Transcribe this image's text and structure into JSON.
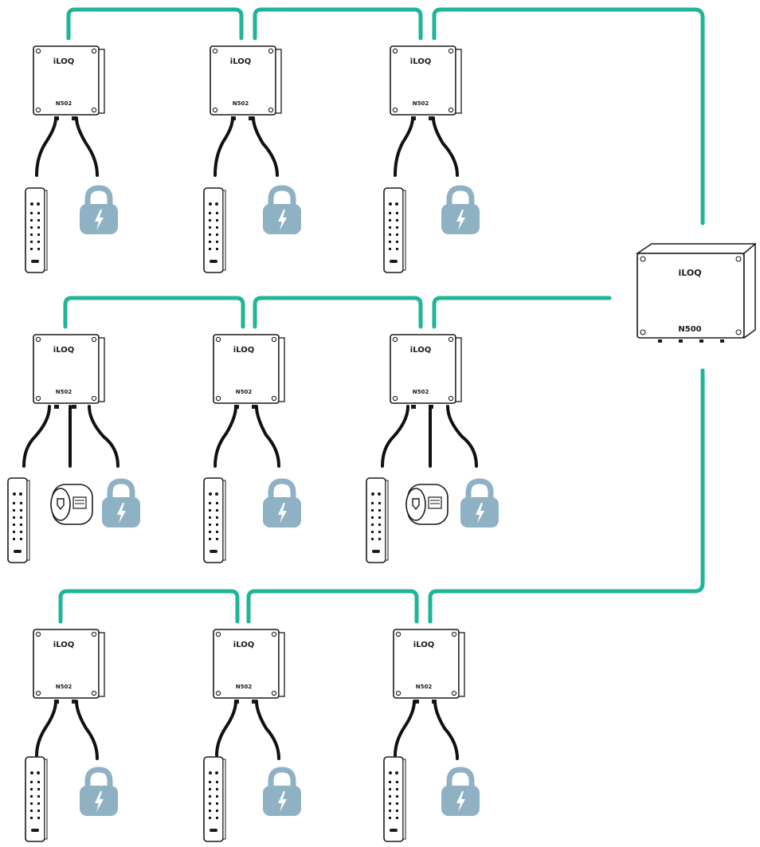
{
  "hub": {
    "brand": "iLOQ",
    "model": "N500"
  },
  "nodes": [
    {
      "brand": "iLOQ",
      "model": "N502",
      "row": 1,
      "devices": [
        "keypad",
        "lock"
      ]
    },
    {
      "brand": "iLOQ",
      "model": "N502",
      "row": 1,
      "devices": [
        "keypad",
        "lock"
      ]
    },
    {
      "brand": "iLOQ",
      "model": "N502",
      "row": 1,
      "devices": [
        "keypad",
        "lock"
      ]
    },
    {
      "brand": "iLOQ",
      "model": "N502",
      "row": 2,
      "devices": [
        "keypad",
        "cylinder",
        "lock"
      ]
    },
    {
      "brand": "iLOQ",
      "model": "N502",
      "row": 2,
      "devices": [
        "keypad",
        "lock"
      ]
    },
    {
      "brand": "iLOQ",
      "model": "N502",
      "row": 2,
      "devices": [
        "keypad",
        "cylinder",
        "lock"
      ]
    },
    {
      "brand": "iLOQ",
      "model": "N502",
      "row": 3,
      "devices": [
        "keypad",
        "lock"
      ]
    },
    {
      "brand": "iLOQ",
      "model": "N502",
      "row": 3,
      "devices": [
        "keypad",
        "lock"
      ]
    },
    {
      "brand": "iLOQ",
      "model": "N502",
      "row": 3,
      "devices": [
        "keypad",
        "lock"
      ]
    }
  ],
  "colors": {
    "network_cable": "#1fb596",
    "device_cable": "#111111",
    "lock_fill": "#8fb1c4",
    "outline": "#1a1a1a"
  },
  "icons": [
    "network-node-icon",
    "keypad-reader-icon",
    "electric-lock-icon",
    "lock-cylinder-icon",
    "network-hub-icon"
  ]
}
